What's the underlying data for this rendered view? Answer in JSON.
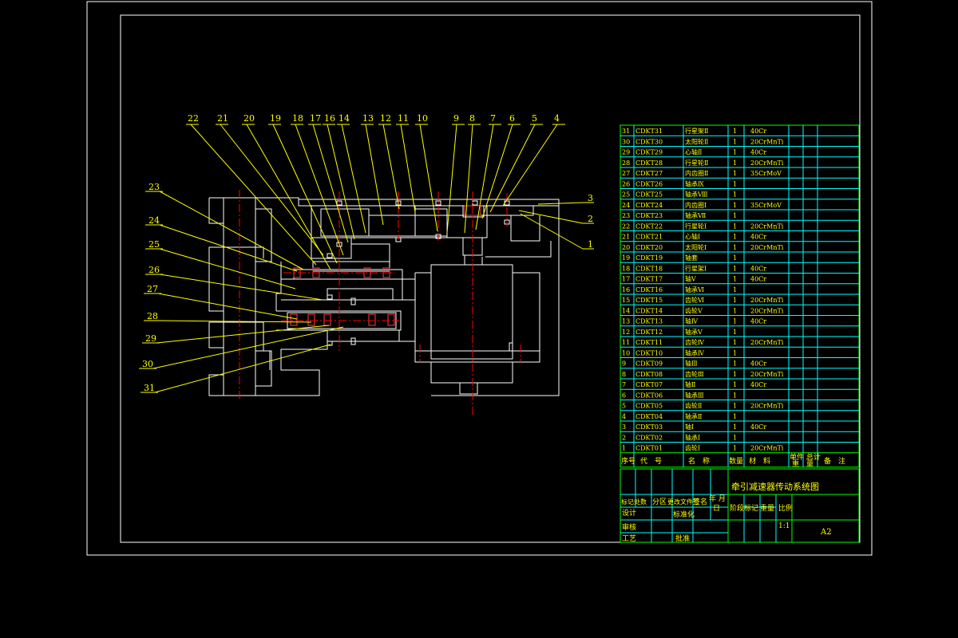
{
  "colors": {
    "background": "#000000",
    "outline": "#ffffff",
    "leader": "#ffff00",
    "table_line": "#00ffff",
    "table_frame": "#00ff00",
    "centerline": "#ff0000",
    "table_text": "#ffff00"
  },
  "callouts": {
    "top": [
      "22",
      "21",
      "20",
      "19",
      "18",
      "17",
      "16",
      "14",
      "13",
      "12",
      "11",
      "10",
      "9",
      "8",
      "7",
      "6",
      "5",
      "4"
    ],
    "left": [
      "23",
      "24",
      "25",
      "26",
      "27",
      "28",
      "29",
      "30",
      "31"
    ],
    "right": [
      "3",
      "2",
      "1"
    ]
  },
  "parts_table": {
    "rows": [
      {
        "no": "31",
        "code": "CDKT31",
        "name": "行星架Ⅱ",
        "qty": "1",
        "material": "40Cr"
      },
      {
        "no": "30",
        "code": "CDKT30",
        "name": "太阳轮Ⅱ",
        "qty": "1",
        "material": "20CrMnTi"
      },
      {
        "no": "29",
        "code": "CDKT29",
        "name": "心轴Ⅱ",
        "qty": "1",
        "material": "40Cr"
      },
      {
        "no": "28",
        "code": "CDKT28",
        "name": "行星轮Ⅱ",
        "qty": "1",
        "material": "20CrMnTi"
      },
      {
        "no": "27",
        "code": "CDKT27",
        "name": "内齿圈Ⅱ",
        "qty": "1",
        "material": "35CrMoV"
      },
      {
        "no": "26",
        "code": "CDKT26",
        "name": "轴承Ⅸ",
        "qty": "1",
        "material": ""
      },
      {
        "no": "25",
        "code": "CDKT25",
        "name": "轴承Ⅷ",
        "qty": "1",
        "material": ""
      },
      {
        "no": "24",
        "code": "CDKT24",
        "name": "内齿圈Ⅰ",
        "qty": "1",
        "material": "35CrMoV"
      },
      {
        "no": "23",
        "code": "CDKT23",
        "name": "轴承Ⅶ",
        "qty": "1",
        "material": ""
      },
      {
        "no": "22",
        "code": "CDKT22",
        "name": "行星轮Ⅰ",
        "qty": "1",
        "material": "20CrMnTi"
      },
      {
        "no": "21",
        "code": "CDKT21",
        "name": "心轴Ⅰ",
        "qty": "1",
        "material": "40Cr"
      },
      {
        "no": "20",
        "code": "CDKT20",
        "name": "太阳轮Ⅰ",
        "qty": "1",
        "material": "20CrMnTi"
      },
      {
        "no": "19",
        "code": "CDKT19",
        "name": "轴套",
        "qty": "1",
        "material": ""
      },
      {
        "no": "18",
        "code": "CDKT18",
        "name": "行星架Ⅰ",
        "qty": "1",
        "material": "40Cr"
      },
      {
        "no": "17",
        "code": "CDKT17",
        "name": "轴Ⅴ",
        "qty": "1",
        "material": "40Cr"
      },
      {
        "no": "16",
        "code": "CDKT16",
        "name": "轴承Ⅵ",
        "qty": "1",
        "material": ""
      },
      {
        "no": "15",
        "code": "CDKT15",
        "name": "齿轮Ⅵ",
        "qty": "1",
        "material": "20CrMnTi"
      },
      {
        "no": "14",
        "code": "CDKT14",
        "name": "齿轮Ⅴ",
        "qty": "1",
        "material": "20CrMnTi"
      },
      {
        "no": "13",
        "code": "CDKT13",
        "name": "轴Ⅳ",
        "qty": "1",
        "material": "40Cr"
      },
      {
        "no": "12",
        "code": "CDKT12",
        "name": "轴承Ⅴ",
        "qty": "1",
        "material": ""
      },
      {
        "no": "11",
        "code": "CDKT11",
        "name": "齿轮Ⅳ",
        "qty": "1",
        "material": "20CrMnTi"
      },
      {
        "no": "10",
        "code": "CDKT10",
        "name": "轴承Ⅳ",
        "qty": "1",
        "material": ""
      },
      {
        "no": "9",
        "code": "CDKT09",
        "name": "轴Ⅲ",
        "qty": "1",
        "material": "40Cr"
      },
      {
        "no": "8",
        "code": "CDKT08",
        "name": "齿轮Ⅲ",
        "qty": "1",
        "material": "20CrMnTi"
      },
      {
        "no": "7",
        "code": "CDKT07",
        "name": "轴Ⅱ",
        "qty": "1",
        "material": "40Cr"
      },
      {
        "no": "6",
        "code": "CDKT06",
        "name": "轴承Ⅲ",
        "qty": "1",
        "material": ""
      },
      {
        "no": "5",
        "code": "CDKT05",
        "name": "齿轮Ⅱ",
        "qty": "1",
        "material": "20CrMnTi"
      },
      {
        "no": "4",
        "code": "CDKT04",
        "name": "轴承Ⅱ",
        "qty": "1",
        "material": ""
      },
      {
        "no": "3",
        "code": "CDKT03",
        "name": "轴Ⅰ",
        "qty": "1",
        "material": "40Cr"
      },
      {
        "no": "2",
        "code": "CDKT02",
        "name": "轴承Ⅰ",
        "qty": "1",
        "material": ""
      },
      {
        "no": "1",
        "code": "CDKT01",
        "name": "齿轮Ⅰ",
        "qty": "1",
        "material": "20CrMnTi"
      }
    ],
    "header": {
      "no": "序号",
      "code": "代　号",
      "name": "名　称",
      "qty": "数量",
      "material": "材　料",
      "unit_total_line1": "单件 总计",
      "unit_total_line2": "重　量",
      "note": "备　注"
    }
  },
  "title_block": {
    "drawing_title": "牵引减速器传动系统图",
    "row_marks": "标记处数",
    "row_zone": "分区",
    "row_change_doc": "更改文件号",
    "row_sign": "签名",
    "year_month": "年 月",
    "day": "日",
    "designer": "设计",
    "standardization": "标准化",
    "stage_mark": "阶段标记",
    "weight": "重量",
    "scale_label": "比例",
    "scale_value": "1:1",
    "reviewer": "审核",
    "process": "工艺",
    "approve": "批准",
    "sheet_size": "A2"
  }
}
